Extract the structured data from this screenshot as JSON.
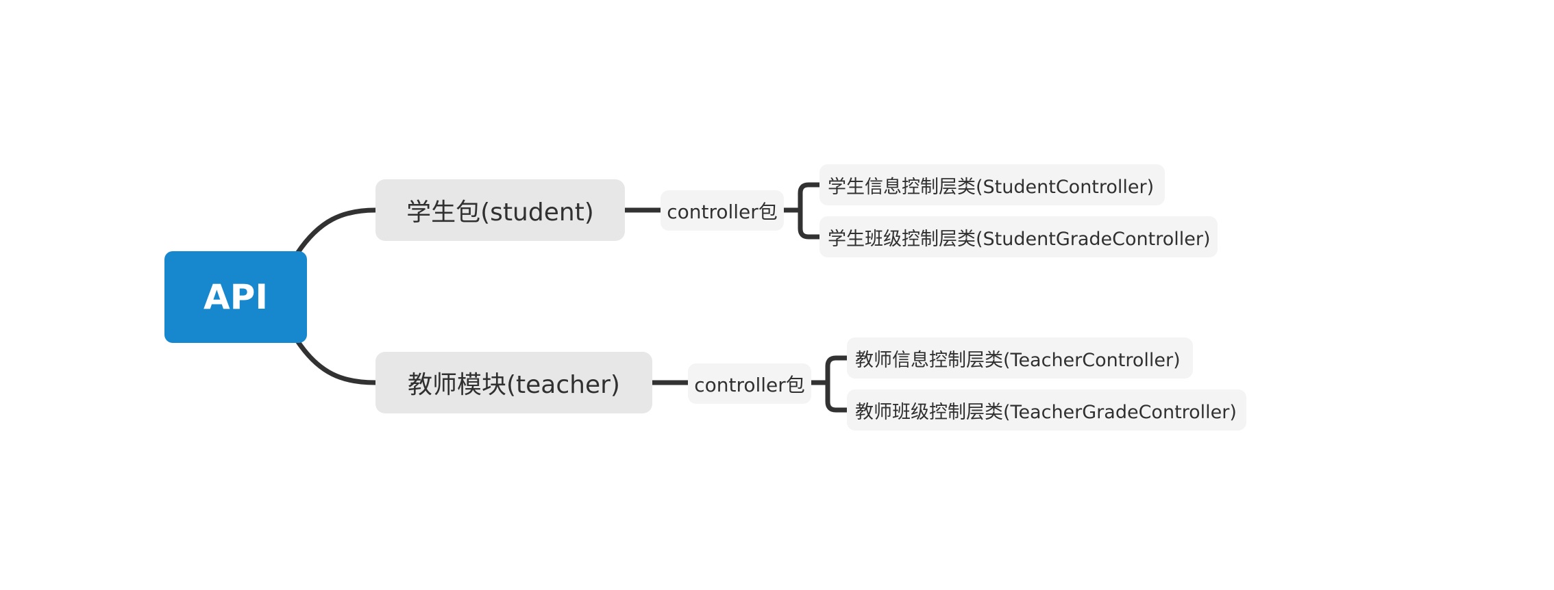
{
  "root": {
    "label": "API",
    "color": "#1788ce"
  },
  "branches": [
    {
      "label": "学生包(student)",
      "package": "controller包",
      "children": [
        "学生信息控制层类(StudentController)",
        "学生班级控制层类(StudentGradeController)"
      ]
    },
    {
      "label": "教师模块(teacher)",
      "package": "controller包",
      "children": [
        "教师信息控制层类(TeacherController)",
        "教师班级控制层类(TeacherGradeController)"
      ]
    }
  ],
  "colors": {
    "connector": "#323232",
    "main_node_fill": "#e7e7e8",
    "sub_node_fill": "#f4f4f4",
    "text": "#303030"
  }
}
